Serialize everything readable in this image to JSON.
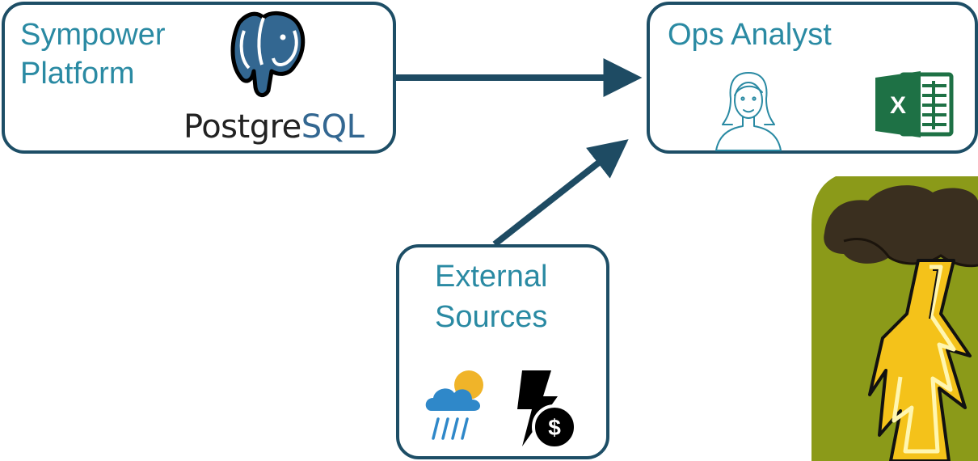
{
  "sympower": {
    "line1": "Sympower",
    "line2": "Platform",
    "logo": "postgresql-elephant",
    "wordmark_prefix": "Postgre",
    "wordmark_suffix": "SQL"
  },
  "ops": {
    "title": "Ops Analyst",
    "icons": [
      "analyst-person-icon",
      "excel-icon"
    ],
    "excel_letter": "X"
  },
  "external": {
    "line1": "External",
    "line2": "Sources",
    "icons": [
      "weather-rain-icon",
      "energy-price-icon"
    ],
    "price_symbol": "$"
  },
  "colors": {
    "border": "#1d4e66",
    "label": "#2a8aa3",
    "arrow": "#1e4b63",
    "postgres": "#336791",
    "excel": "#1e7145"
  }
}
